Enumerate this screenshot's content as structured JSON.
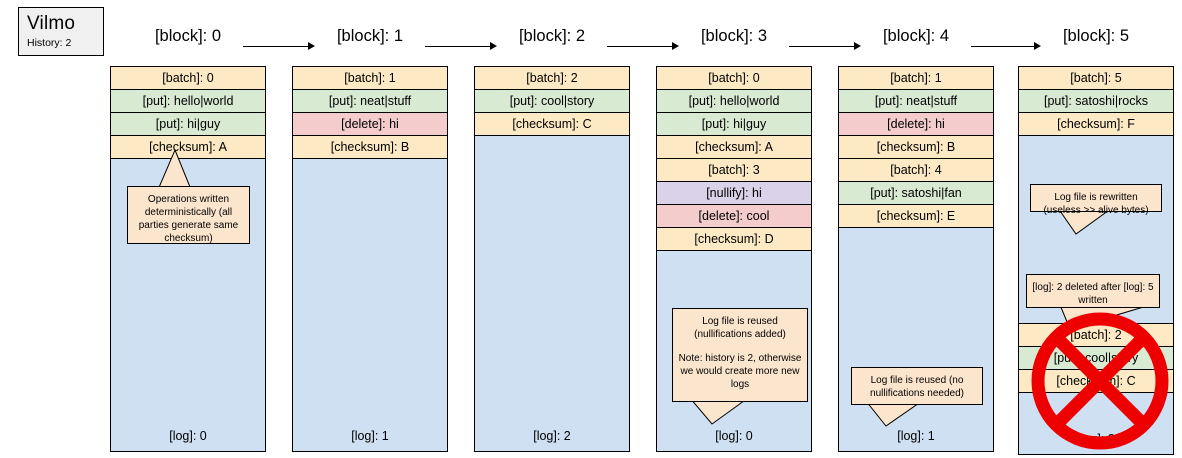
{
  "app": {
    "name": "Vilmo",
    "history_label": "History: 2"
  },
  "diagram": {
    "type": "log-structured-storage-timeline",
    "arrow_icon": "right-arrow-icon",
    "deleted_icon": "circle-slash-icon",
    "colors": {
      "batch": "#fdeac4",
      "put": "#d9ead3",
      "delete": "#f4cccc",
      "nullify": "#d9d2e9",
      "checksum": "#fdeac4",
      "logfile": "#cfe0f3",
      "callout": "#fce5cd",
      "deleted_marker": "#ee0000",
      "badge": "#f0f0f0"
    }
  },
  "blocks": [
    {
      "label": "[block]: 0"
    },
    {
      "label": "[block]: 1"
    },
    {
      "label": "[block]: 2"
    },
    {
      "label": "[block]: 3"
    },
    {
      "label": "[block]: 4"
    },
    {
      "label": "[block]: 5"
    }
  ],
  "columns": [
    {
      "id": "col-0",
      "log_label": "[log]: 0",
      "entries": [
        {
          "kind": "batch",
          "text": "[batch]: 0"
        },
        {
          "kind": "put",
          "text": "[put]: hello|world"
        },
        {
          "kind": "put",
          "text": "[put]: hi|guy"
        },
        {
          "kind": "checksum",
          "text": "[checksum]: A"
        }
      ],
      "callout": {
        "lines": [
          "Operations written deterministically (all parties generate same checksum)"
        ]
      }
    },
    {
      "id": "col-1",
      "log_label": "[log]: 1",
      "entries": [
        {
          "kind": "batch",
          "text": "[batch]: 1"
        },
        {
          "kind": "put",
          "text": "[put]: neat|stuff"
        },
        {
          "kind": "delete",
          "text": "[delete]: hi"
        },
        {
          "kind": "checksum",
          "text": "[checksum]: B"
        }
      ],
      "callout": null
    },
    {
      "id": "col-2",
      "log_label": "[log]: 2",
      "entries": [
        {
          "kind": "batch",
          "text": "[batch]: 2"
        },
        {
          "kind": "put",
          "text": "[put]: cool|story"
        },
        {
          "kind": "checksum",
          "text": "[checksum]: C"
        }
      ],
      "callout": null
    },
    {
      "id": "col-3",
      "log_label": "[log]: 0",
      "entries": [
        {
          "kind": "batch",
          "text": "[batch]: 0"
        },
        {
          "kind": "put",
          "text": "[put]: hello|world"
        },
        {
          "kind": "put",
          "text": "[put]: hi|guy"
        },
        {
          "kind": "checksum",
          "text": "[checksum]: A"
        },
        {
          "kind": "batch",
          "text": "[batch]: 3"
        },
        {
          "kind": "nullify",
          "text": "[nullify]: hi"
        },
        {
          "kind": "delete",
          "text": "[delete]: cool"
        },
        {
          "kind": "checksum",
          "text": "[checksum]: D"
        }
      ],
      "callout": {
        "lines": [
          "Log file is reused (nullifications added)",
          "Note: history is 2, otherwise we would create more new logs"
        ]
      }
    },
    {
      "id": "col-4",
      "log_label": "[log]: 1",
      "entries": [
        {
          "kind": "batch",
          "text": "[batch]: 1"
        },
        {
          "kind": "put",
          "text": "[put]: neat|stuff"
        },
        {
          "kind": "delete",
          "text": "[delete]: hi"
        },
        {
          "kind": "checksum",
          "text": "[checksum]: B"
        },
        {
          "kind": "batch",
          "text": "[batch]: 4"
        },
        {
          "kind": "put",
          "text": "[put]: satoshi|fan"
        },
        {
          "kind": "checksum",
          "text": "[checksum]: E"
        }
      ],
      "callout": {
        "lines": [
          "Log file is reused (no nullifications needed)"
        ]
      }
    },
    {
      "id": "col-5",
      "log_label": "[log]: 5",
      "entries": [
        {
          "kind": "batch",
          "text": "[batch]: 5"
        },
        {
          "kind": "put",
          "text": "[put]: satoshi|rocks"
        },
        {
          "kind": "checksum",
          "text": "[checksum]: F"
        }
      ],
      "callout": {
        "lines": [
          "Log file is rewritten (useless >> alive bytes)"
        ]
      }
    }
  ],
  "deleted_log": {
    "id": "col-5-deleted",
    "log_label": "[log]: 2",
    "entries": [
      {
        "kind": "batch",
        "text": "[batch]: 2"
      },
      {
        "kind": "put",
        "text": "[put]: cool|story"
      },
      {
        "kind": "checksum",
        "text": "[checksum]: C"
      }
    ],
    "callout": {
      "lines": [
        "[log]: 2 deleted after [log]: 5 written"
      ]
    }
  }
}
